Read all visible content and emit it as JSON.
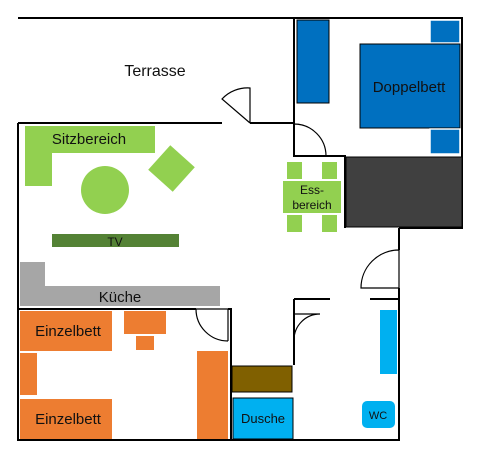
{
  "floorplan": {
    "labels": {
      "terrace": "Terrasse",
      "double_bed": "Doppelbett",
      "seating_area": "Sitzbereich",
      "dining_area_line1": "Ess-",
      "dining_area_line2": "bereich",
      "tv": "TV",
      "kitchen": "Küche",
      "single_bed_1": "Einzelbett",
      "single_bed_2": "Einzelbett",
      "shower": "Dusche",
      "wc": "WC"
    },
    "colors": {
      "wall": "#000000",
      "blue_furniture": "#0070c0",
      "sky_blue": "#00b0f0",
      "green_furniture": "#92d050",
      "dark_green_tv": "#548235",
      "orange_furniture": "#ed7d31",
      "kitchen_grey": "#a6a6a6",
      "dark_block": "#404040",
      "brown_shelf": "#806000"
    }
  }
}
